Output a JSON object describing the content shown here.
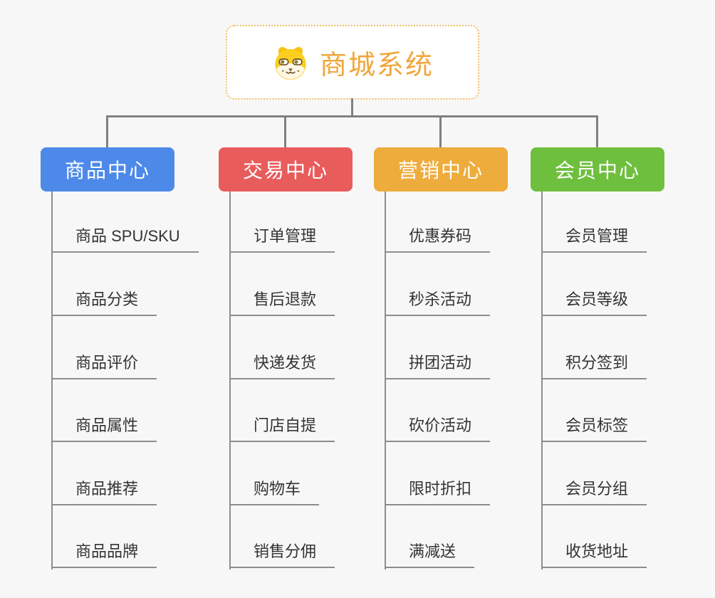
{
  "root": {
    "title": "商城系统",
    "icon": "shiba-dog-icon",
    "title_color": "#F0A63C",
    "border_color": "#F1BC68"
  },
  "connector_color": "#808080",
  "branches": [
    {
      "label": "商品中心",
      "color": "#4D89E9",
      "items": [
        "商品 SPU/SKU",
        "商品分类",
        "商品评价",
        "商品属性",
        "商品推荐",
        "商品品牌"
      ]
    },
    {
      "label": "交易中心",
      "color": "#E95C5C",
      "items": [
        "订单管理",
        "售后退款",
        "快递发货",
        "门店自提",
        "购物车",
        "销售分佣"
      ]
    },
    {
      "label": "营销中心",
      "color": "#EEAC3C",
      "items": [
        "优惠券码",
        "秒杀活动",
        "拼团活动",
        "砍价活动",
        "限时折扣",
        "满减送"
      ]
    },
    {
      "label": "会员中心",
      "color": "#6FBF3E",
      "items": [
        "会员管理",
        "会员等级",
        "积分签到",
        "会员标签",
        "会员分组",
        "收货地址"
      ]
    }
  ]
}
